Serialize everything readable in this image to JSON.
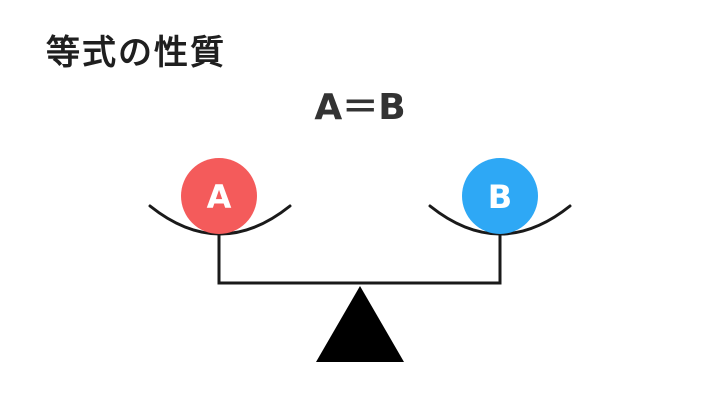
{
  "title": "等式の性質",
  "equation": "A＝B",
  "balls": {
    "left": {
      "label": "A",
      "color": "#f45b5b"
    },
    "right": {
      "label": "B",
      "color": "#2ea8f5"
    }
  },
  "colors": {
    "line": "#1a1a1a",
    "fulcrum": "#000000",
    "text": "#ffffff"
  }
}
